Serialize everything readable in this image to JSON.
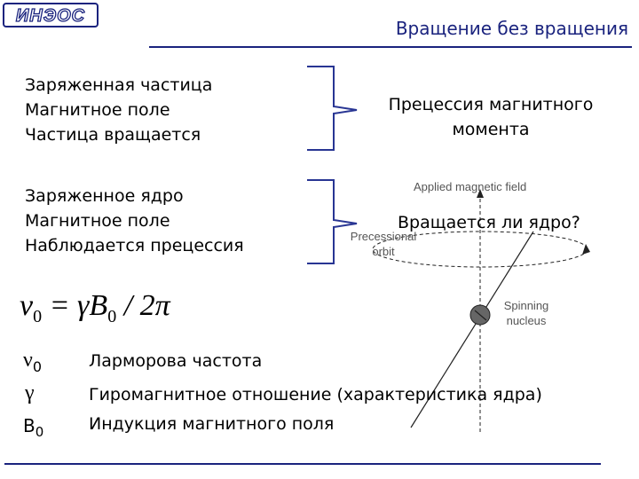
{
  "logo": {
    "text": "ИНЭОС"
  },
  "title": "Вращение без вращения",
  "group1": {
    "lines": [
      "Заряженная частица",
      "Магнитное поле",
      "Частица вращается"
    ],
    "result": [
      "Прецессия магнитного",
      "момента"
    ]
  },
  "group2": {
    "lines": [
      "Заряженное ядро",
      "Магнитное поле",
      "Наблюдается прецессия"
    ],
    "question": "Вращается ли ядро?"
  },
  "figure": {
    "applied_field": "Applied magnetic field",
    "precessional": "Precessional",
    "orbit": "orbit",
    "spinning": "Spinning",
    "nucleus": "nucleus"
  },
  "formula": {
    "lhs": "ν",
    "lhs_sub": "0",
    "eq": " = γB",
    "b_sub": "0",
    "rhs": " / 2π"
  },
  "definitions": [
    {
      "symbol": "ν",
      "sub": "0",
      "text": "Ларморова частота"
    },
    {
      "symbol": "γ",
      "sub": "",
      "text": "Гиромагнитное отношение (характеристика ядра)"
    },
    {
      "symbol": "B",
      "sub": "0",
      "text": "Индукция магнитного поля"
    }
  ]
}
